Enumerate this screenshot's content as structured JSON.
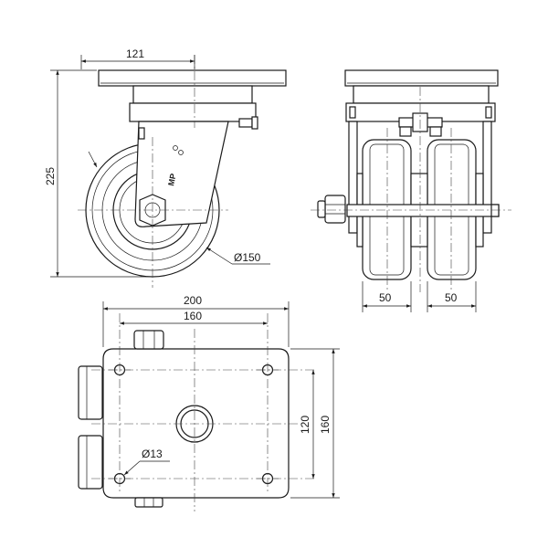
{
  "side_view": {
    "dim_top_width": "121",
    "dim_height": "225",
    "dim_wheel_diameter": "Ø150",
    "bracket_logo": "MP"
  },
  "front_view": {
    "dim_wheel_left": "50",
    "dim_wheel_right": "50"
  },
  "plan_view": {
    "dim_plate_width": "200",
    "dim_hole_spacing_x": "160",
    "dim_hole_spacing_y": "120",
    "dim_plate_height": "160",
    "dim_hole_diameter": "Ø13"
  }
}
